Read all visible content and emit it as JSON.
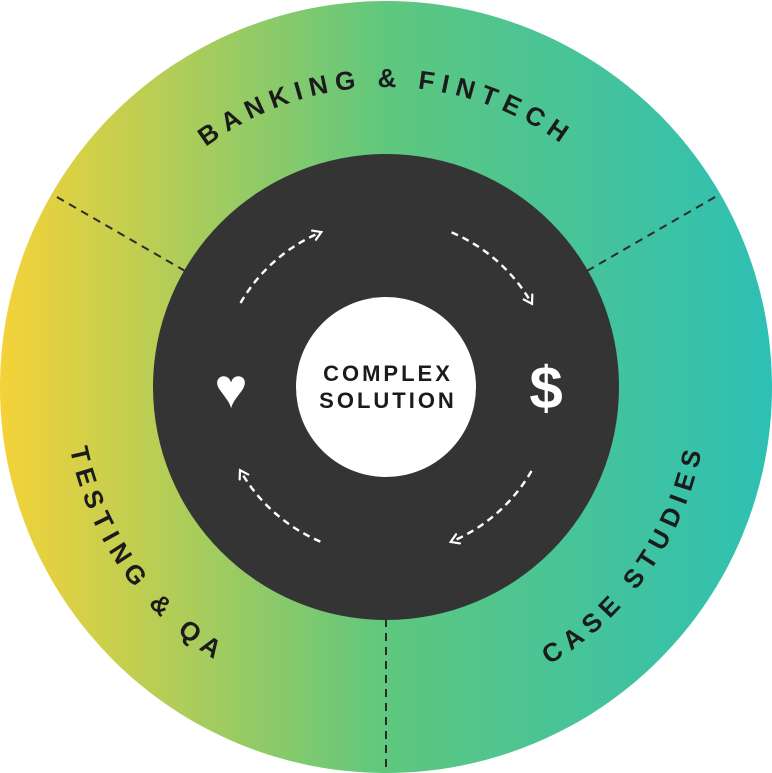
{
  "diagram": {
    "center_badge": {
      "line1": "COMPLEX",
      "line2": "SOLUTION"
    },
    "icons": {
      "heart": "♥",
      "dollar": "$"
    },
    "sectors": [
      {
        "label": "BANKING & FINTECH"
      },
      {
        "label": "CASE STUDIES"
      },
      {
        "label": "TESTING & QA"
      }
    ],
    "colors": {
      "gradient_left": "#F5D238",
      "gradient_mid": "#5FC77E",
      "gradient_right": "#2EC0B4",
      "inner_circle": "#343434",
      "center_circle": "#FFFFFF",
      "label_text": "#1B1B1B",
      "divider_line": "#2B2B2B",
      "arrow": "#FFFFFF",
      "icon": "#FFFFFF"
    }
  }
}
